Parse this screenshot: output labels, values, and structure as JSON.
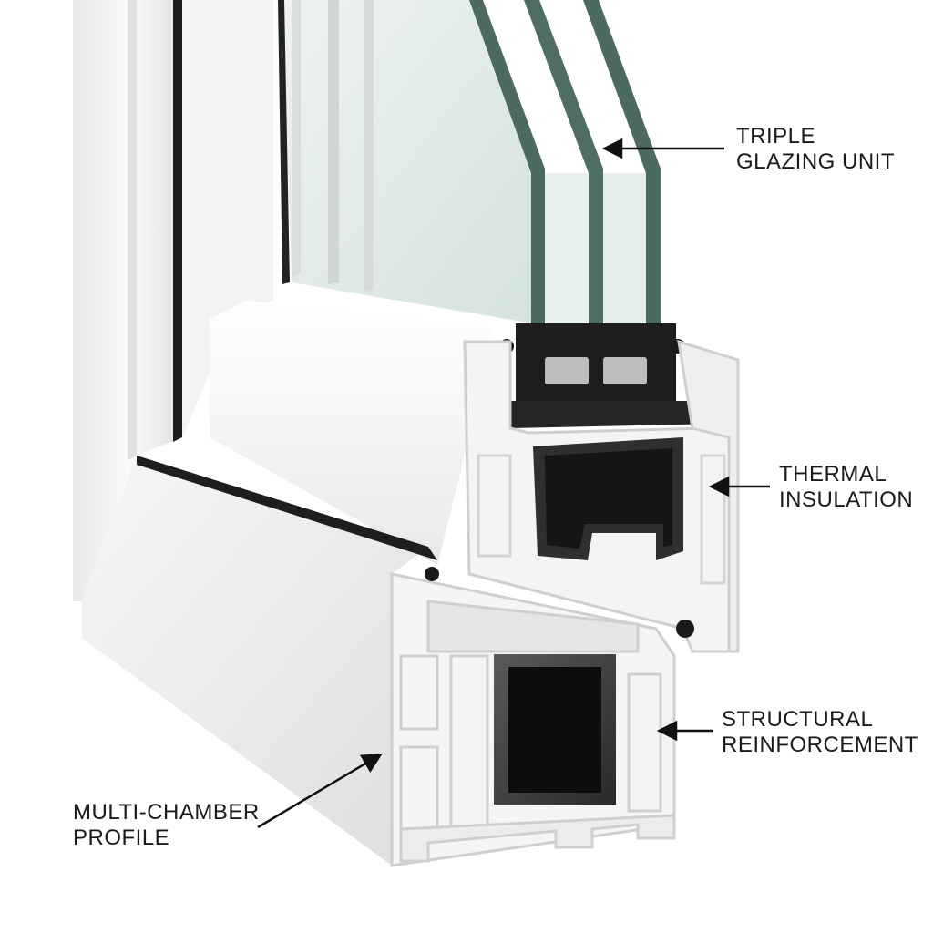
{
  "callouts": {
    "triple_glazing": {
      "line1": "TRIPLE",
      "line2": "GLAZING UNIT"
    },
    "thermal_insulation": {
      "line1": "THERMAL",
      "line2": "INSULATION"
    },
    "structural_reinforcement": {
      "line1": "STRUCTURAL",
      "line2": "REINFORCEMENT"
    },
    "multi_chamber_profile": {
      "line1": "MULTI-CHAMBER",
      "line2": "PROFILE"
    }
  },
  "colors": {
    "pvc_white": "#f4f4f4",
    "pvc_shadow": "#cfcfcf",
    "glass": "#dbe8e4",
    "glass_edge": "#4f6b60",
    "gasket": "#1f1f1f",
    "reinforcement": "#2e2e2e",
    "label_text": "#1a1a1a"
  }
}
